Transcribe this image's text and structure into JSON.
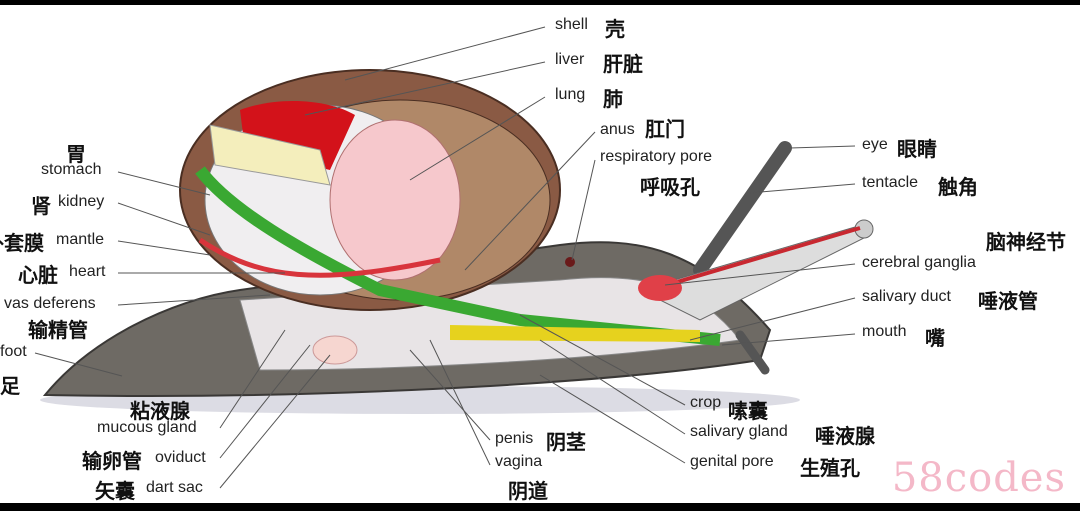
{
  "labels": {
    "shell": {
      "en": "shell",
      "zh": "壳"
    },
    "liver": {
      "en": "liver",
      "zh": "肝脏"
    },
    "lung": {
      "en": "lung",
      "zh": "肺"
    },
    "anus": {
      "en": "anus",
      "zh": "肛门"
    },
    "respiratory_pore": {
      "en": "respiratory pore",
      "zh": "呼吸孔"
    },
    "eye": {
      "en": "eye",
      "zh": "眼睛"
    },
    "tentacle": {
      "en": "tentacle",
      "zh": "触角"
    },
    "cerebral_ganglia": {
      "en": "cerebral ganglia",
      "zh": "脑神经节"
    },
    "salivary_duct": {
      "en": "salivary duct",
      "zh": "唾液管"
    },
    "mouth": {
      "en": "mouth",
      "zh": "嘴"
    },
    "stomach": {
      "en": "stomach",
      "zh": "胃"
    },
    "kidney": {
      "en": "kidney",
      "zh": "肾"
    },
    "mantle": {
      "en": "mantle",
      "zh": "外套膜"
    },
    "heart": {
      "en": "heart",
      "zh": "心脏"
    },
    "vas_deferens": {
      "en": "vas deferens",
      "zh": "输精管"
    },
    "foot": {
      "en": "foot",
      "zh": "足"
    },
    "mucous_gland": {
      "en": "mucous gland",
      "zh": "粘液腺"
    },
    "oviduct": {
      "en": "oviduct",
      "zh": "输卵管"
    },
    "dart_sac": {
      "en": "dart sac",
      "zh": "矢囊"
    },
    "penis": {
      "en": "penis",
      "zh": "阴茎"
    },
    "vagina": {
      "en": "vagina",
      "zh": "阴道"
    },
    "crop": {
      "en": "crop",
      "zh": "嗉囊"
    },
    "salivary_gland": {
      "en": "salivary gland",
      "zh": "唾液腺"
    },
    "genital_pore": {
      "en": "genital pore",
      "zh": "生殖孔"
    }
  },
  "watermark": "58codes",
  "colors": {
    "shell": "#8a5a44",
    "body": "#6e6a64",
    "gut": "#3aa832",
    "gland": "#e6d21e",
    "vessel": "#d8343c",
    "lung": "#f6c8cc"
  }
}
